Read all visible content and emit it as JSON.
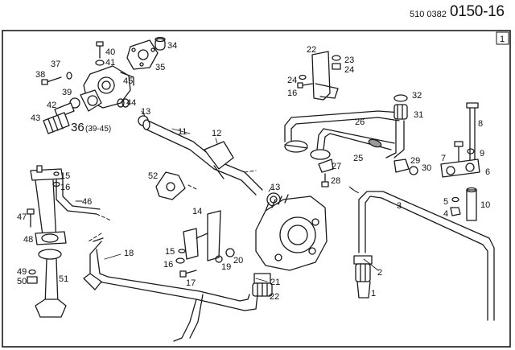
{
  "header": {
    "doc_number": "510 0382",
    "sheet_code": "0150-16"
  },
  "frame": {
    "sheet_index": "1"
  },
  "callouts": {
    "c1": "1",
    "c2": "2",
    "c3": "3",
    "c4": "4",
    "c5": "5",
    "c6": "6",
    "c7": "7",
    "c8": "8",
    "c9": "9",
    "c10": "10",
    "c11": "11",
    "c12": "12",
    "c13a": "13",
    "c13b": "13",
    "c14": "14",
    "c15a": "15",
    "c15b": "15",
    "c16a": "16",
    "c16b": "16",
    "c16c": "16",
    "c17": "17",
    "c18": "18",
    "c19": "19",
    "c20": "20",
    "c21": "21",
    "c22a": "22",
    "c22b": "22",
    "c23": "23",
    "c24a": "24",
    "c24b": "24",
    "c25": "25",
    "c26": "26",
    "c27": "27",
    "c28": "28",
    "c29": "29",
    "c30": "30",
    "c31": "31",
    "c32": "32",
    "c34": "34",
    "c35": "35",
    "c36": "36",
    "c36_range": "(39-45)",
    "c37": "37",
    "c38": "38",
    "c39": "39",
    "c40": "40",
    "c41": "41",
    "c42": "42",
    "c43": "43",
    "c44": "44",
    "c45": "45",
    "c46": "46",
    "c47": "47",
    "c48": "48",
    "c49": "49",
    "c50": "50",
    "c51": "51",
    "c52": "52"
  },
  "colors": {
    "ink": "#1a1a1a",
    "paper": "#ffffff",
    "shade": "#9a9a9a"
  }
}
